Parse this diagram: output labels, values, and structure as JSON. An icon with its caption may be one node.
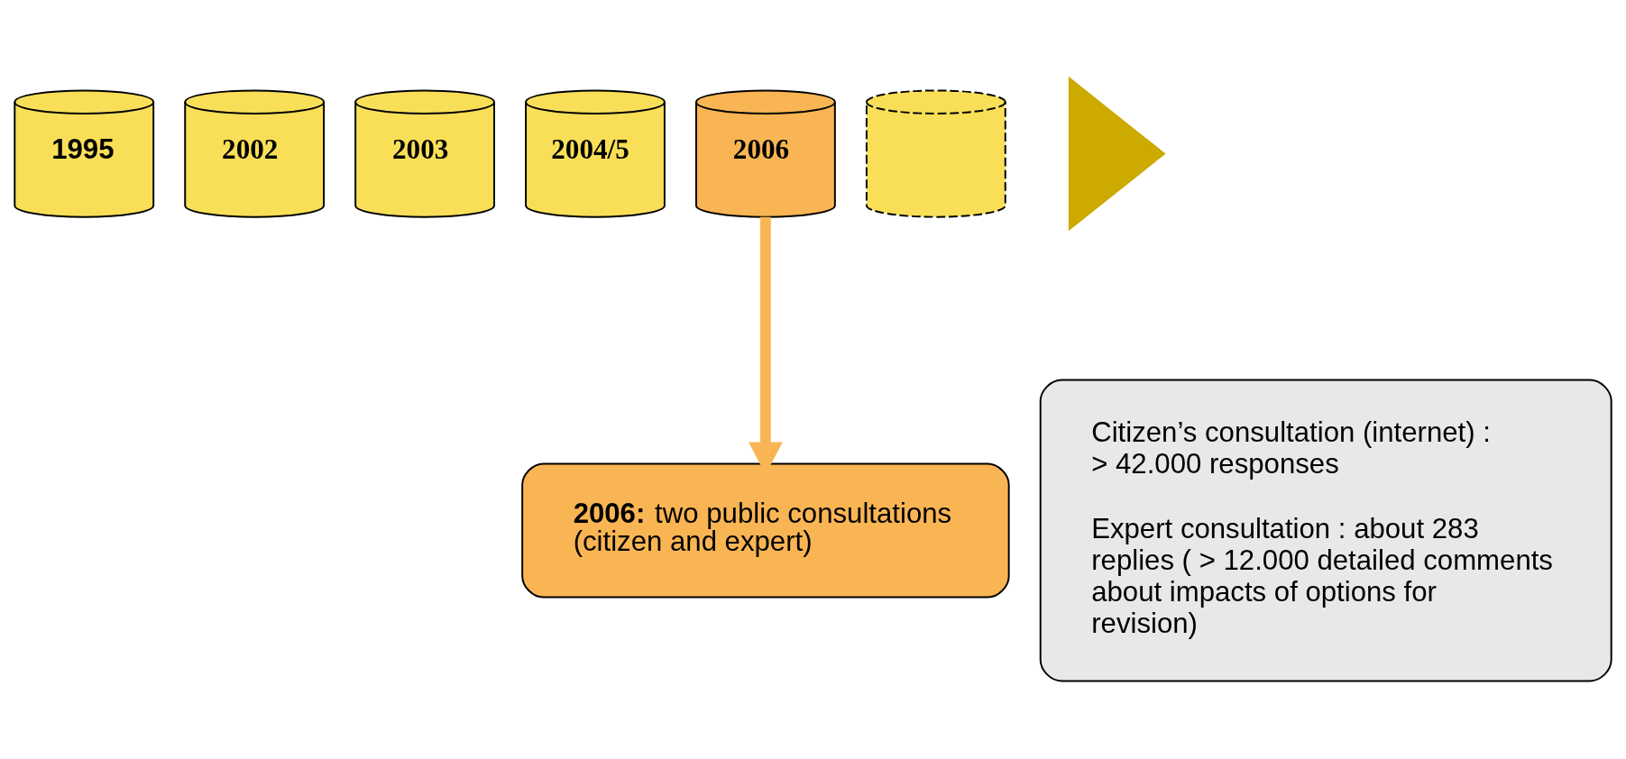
{
  "diagram": {
    "nodes": [
      {
        "text": [
          "1995"
        ]
      },
      {
        "text": [
          "2002"
        ]
      },
      {
        "text": [
          "2003"
        ]
      },
      {
        "text": [
          "2004/5"
        ]
      },
      {
        "text": [
          "2006"
        ]
      },
      {
        "text": [],
        "shape": "cylinder"
      },
      {
        "text": [],
        "shape": "cone"
      },
      {
        "text": [
          "**2006:** two public consultations (citizen and expert)"
        ]
      },
      {
        "text": [
          "Citizen’s consultation (internet) : > 42.000 responses",
          "Expert consultation : about 283 replies ( > 12.000 detailed comments about impacts of options for revision)"
        ]
      }
    ],
    "edges": [
      {
        "from": 4,
        "to": 7,
        "arrow": "to",
        "color": "#f9b553"
      }
    ]
  }
}
